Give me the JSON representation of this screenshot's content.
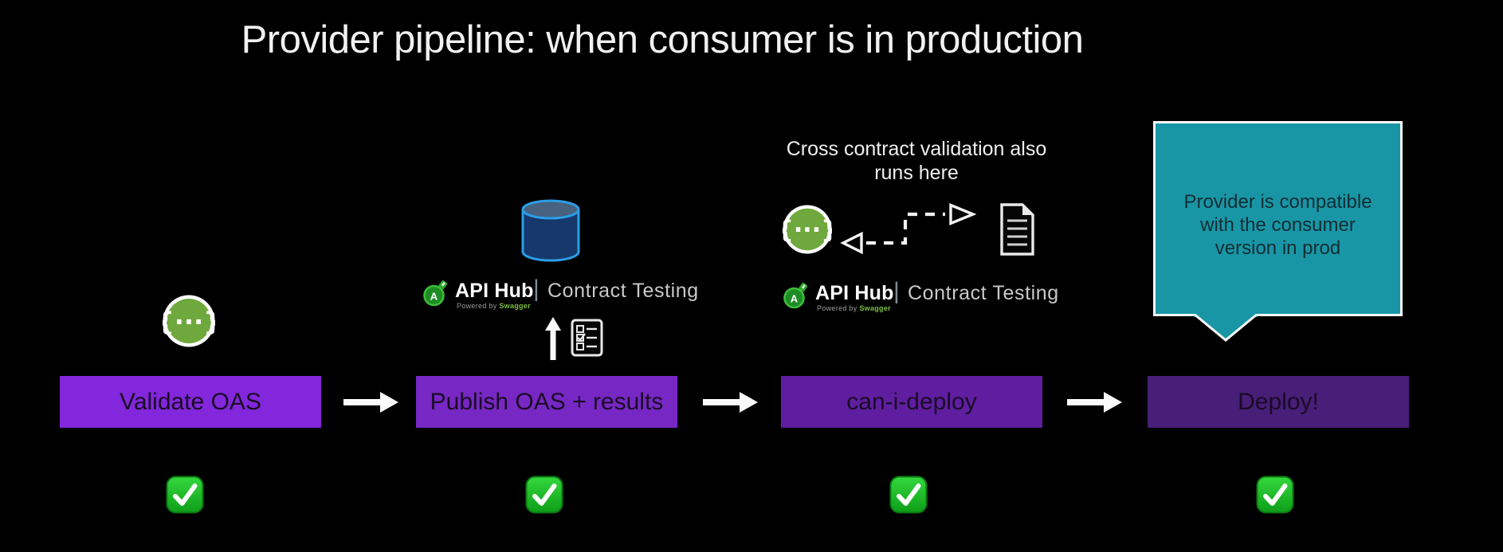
{
  "title": "Provider pipeline: when consumer is in production",
  "pipeline": {
    "steps": [
      {
        "label": "Validate OAS",
        "color": "#8227DC"
      },
      {
        "label": "Publish OAS + results",
        "color": "#7727C4"
      },
      {
        "label": "can-i-deploy",
        "color": "#5F1EA0"
      },
      {
        "label": "Deploy!",
        "color": "#471E78"
      }
    ],
    "step_text_color": "#1A0B26",
    "arrow_color": "#FAFAFA"
  },
  "annotations": {
    "cross_line1": "Cross contract validation also",
    "cross_line2": "runs here",
    "callout": {
      "line1": "Provider is compatible",
      "line2": "with the consumer",
      "line3": "version in prod",
      "bg_color": "#1996A6",
      "text_color": "#112D33"
    }
  },
  "logo": {
    "badge_letter": "A",
    "brand": "API Hub",
    "powered_by": "Powered by",
    "powered_brand": "Swagger",
    "divider": "|",
    "product": "Contract Testing"
  },
  "icons": {
    "swagger": "{···}",
    "swagger_green": "#6FA83C",
    "database": "cylinder",
    "database_stroke": "#2B9EE8",
    "database_fill": "#17386B",
    "database_top": "#47617F",
    "up_arrow": "↑",
    "right_arrow": "→",
    "checklist": "clipboard-with-checkboxes",
    "document": "page-with-lines",
    "success_check": "✅",
    "success_green": "#1FC42A"
  },
  "colors": {
    "background": "#000000",
    "title_text": "#F1F1F1",
    "annotation_text": "#EFEFEF",
    "powered_brand_green": "#7BC142",
    "logo_product_gray": "#C9C9C9"
  }
}
